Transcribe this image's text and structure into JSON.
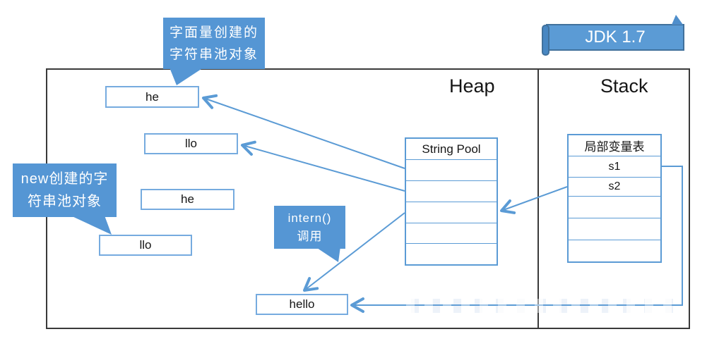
{
  "banner": {
    "label": "JDK 1.7"
  },
  "regions": {
    "heap_label": "Heap",
    "stack_label": "Stack"
  },
  "callouts": {
    "literal": {
      "line1": "字面量创建的",
      "line2": "字符串池对象"
    },
    "new_obj": {
      "line1": "new创建的字",
      "line2": "符串池对象"
    },
    "intern": {
      "line1": "intern()",
      "line2": "调用"
    }
  },
  "string_boxes": {
    "he1": "he",
    "llo1": "llo",
    "he2": "he",
    "llo2": "llo",
    "hello": "hello"
  },
  "string_pool": {
    "header": "String Pool",
    "rows": [
      "",
      "",
      "",
      "",
      ""
    ]
  },
  "local_var_table": {
    "header": "局部变量表",
    "rows": [
      "s1",
      "s2",
      "",
      "",
      ""
    ]
  },
  "colors": {
    "accent_blue": "#5B9BD5",
    "callout_fill": "#5596D4",
    "banner_border": "#41719C",
    "box_border": "#76ABDF",
    "container_border": "#3a3a3a",
    "arrow": "#5B9BD5"
  }
}
